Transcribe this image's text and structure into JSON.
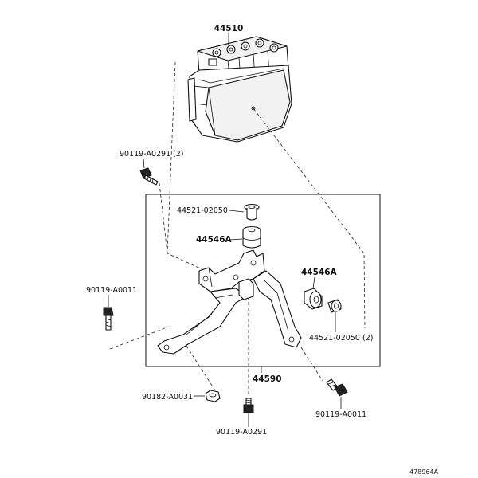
{
  "diagram": {
    "parts": {
      "actuator": "44510",
      "bolt_top": "90119-A0291",
      "bolt_top_qty": "(2)",
      "collar_top": "44521-02050",
      "cushion_left": "44546A",
      "cushion_right": "44546A",
      "collar_right": "44521-02050",
      "collar_right_qty": "(2)",
      "bolt_left": "90119-A0011",
      "bracket": "44590",
      "nut_bottom": "90182-A0031",
      "bolt_bottom": "90119-A0291",
      "bolt_right": "90119-A0011"
    },
    "reference_code": "478964A"
  }
}
